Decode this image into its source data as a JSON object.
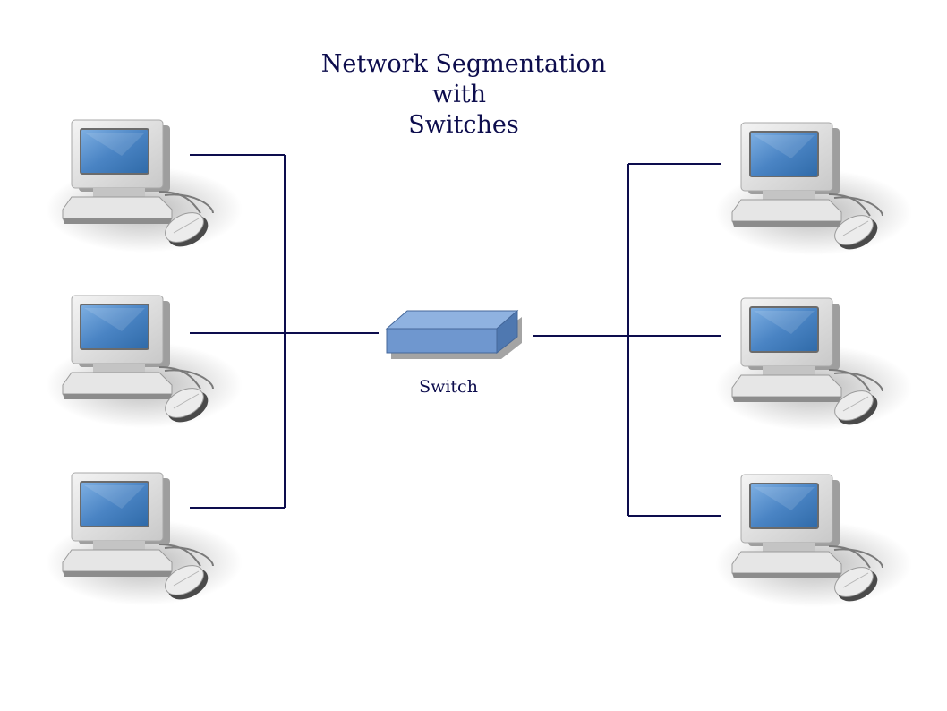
{
  "title_lines": [
    "Network Segmentation",
    "with",
    "Switches"
  ],
  "switch_label": "Switch",
  "left_computers": [
    {
      "icon": "desktop-computer-icon"
    },
    {
      "icon": "desktop-computer-icon"
    },
    {
      "icon": "desktop-computer-icon"
    }
  ],
  "right_computers": [
    {
      "icon": "desktop-computer-icon"
    },
    {
      "icon": "desktop-computer-icon"
    },
    {
      "icon": "desktop-computer-icon"
    }
  ],
  "colors": {
    "line": "#0d0d4d",
    "text": "#0d0d4d",
    "switch_front": "#6f97cf",
    "switch_top": "#8fb2e0",
    "screen": "#4a84c4"
  }
}
